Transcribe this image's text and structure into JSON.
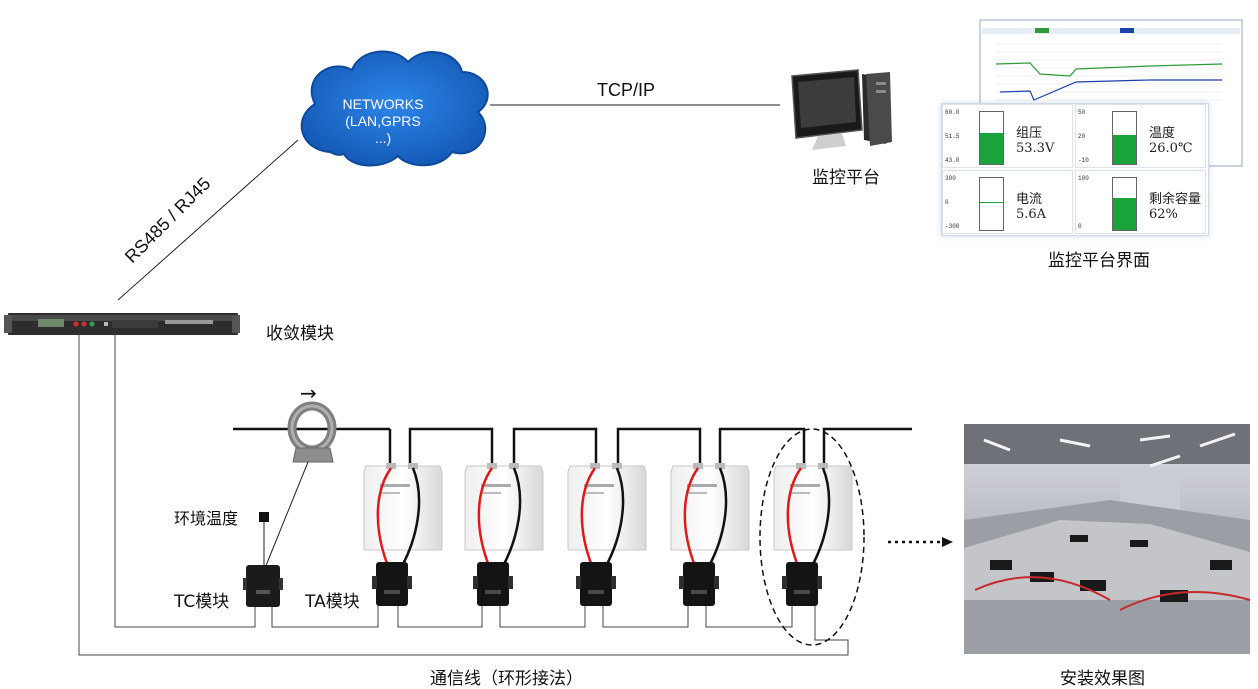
{
  "network": {
    "cloud_lines": [
      "NETWORKS",
      "(LAN,GPRS",
      "...)"
    ],
    "link_platform": "TCP/IP",
    "link_module": "RS485 / RJ45"
  },
  "labels": {
    "platform": "监控平台",
    "platform_ui": "监控平台界面",
    "collector": "收敛模块",
    "env_temp": "环境温度",
    "tc_module": "TC模块",
    "ta_module": "TA模块",
    "comm_line": "通信线（环形接法）",
    "install": "安装效果图",
    "current_arrow": "→"
  },
  "panel": {
    "cells": [
      {
        "name": "组压",
        "value": "53.3V",
        "ticks": [
          "60.0",
          "51.5",
          "43.0"
        ],
        "level": 0.6
      },
      {
        "name": "温度",
        "value": "26.0℃",
        "ticks": [
          "50",
          "20",
          "-10"
        ],
        "level": 0.55
      },
      {
        "name": "电流",
        "value": "5.6A",
        "ticks": [
          "300",
          "0",
          "-300"
        ],
        "level": 0.52,
        "as_line": true
      },
      {
        "name": "剩余容量",
        "value": "62%",
        "ticks": [
          "100",
          "",
          "0"
        ],
        "level": 0.62
      }
    ]
  },
  "colors": {
    "cloud": "#1f6fd1",
    "gauge_fill": "#1aa33a",
    "cable_red": "#e01919",
    "cable_black": "#111111"
  }
}
